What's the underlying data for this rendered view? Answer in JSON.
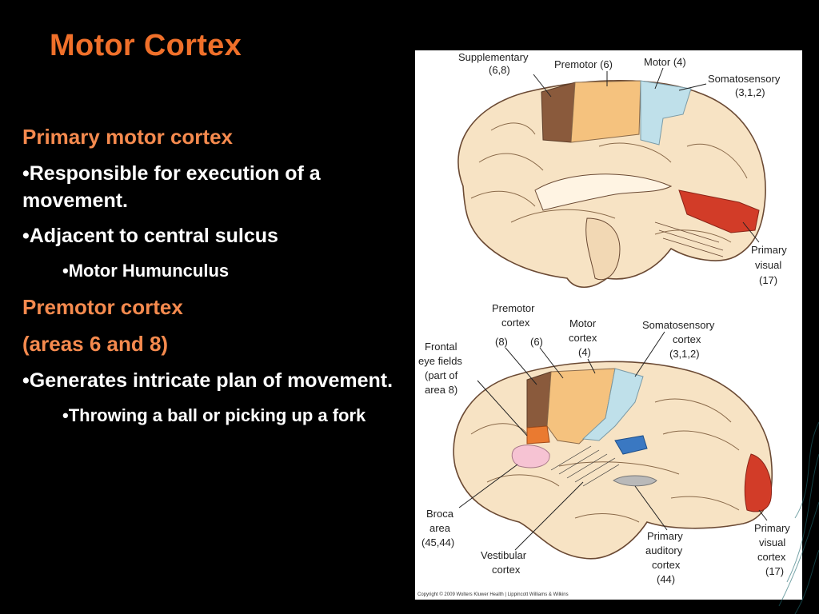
{
  "slide": {
    "title": "Motor Cortex",
    "blocks": [
      {
        "type": "heading",
        "text": "Primary motor cortex"
      },
      {
        "type": "bullet",
        "text": "•Responsible for execution of a movement."
      },
      {
        "type": "bullet",
        "text": "•Adjacent to central sulcus"
      },
      {
        "type": "subbullet",
        "text": "•Motor Humunculus"
      },
      {
        "type": "heading",
        "text": "Premotor cortex"
      },
      {
        "type": "heading",
        "text": "(areas 6 and 8)"
      },
      {
        "type": "bullet",
        "text": "•Generates intricate plan of movement."
      },
      {
        "type": "subbullet",
        "text": "•Throwing a ball or picking up a fork"
      }
    ]
  },
  "figure": {
    "top": {
      "supplementary": [
        "Supplementary",
        "(6,8)"
      ],
      "premotor": "Premotor (6)",
      "motor": "Motor (4)",
      "somatosensory": [
        "Somatosensory",
        "(3,1,2)"
      ],
      "visual": [
        "Primary",
        "visual",
        "(17)"
      ]
    },
    "bottom": {
      "premotor": [
        "Premotor",
        "cortex",
        "(8)",
        "(6)"
      ],
      "motor": [
        "Motor",
        "cortex",
        "(4)"
      ],
      "somatosensory": [
        "Somatosensory",
        "cortex",
        "(3,1,2)"
      ],
      "frontal": [
        "Frontal",
        "eye fields",
        "(part of",
        "area 8)"
      ],
      "broca": [
        "Broca",
        "area",
        "(45,44)"
      ],
      "vestibular": [
        "Vestibular",
        "cortex"
      ],
      "auditory": [
        "Primary",
        "auditory",
        "cortex",
        "(44)"
      ],
      "visual": [
        "Primary",
        "visual",
        "cortex",
        "(17)"
      ]
    },
    "copyright": "Copyright © 2009 Wolters Kluwer Health | Lippincott Williams & Wilkins"
  },
  "colors": {
    "title": "#f0702a",
    "heading": "#f58a4e",
    "brain": "#f7e3c4",
    "supplementary": "#8a5a3c",
    "premotor": "#f5c27e",
    "motor": "#bfe0ea",
    "visual": "#d23c28",
    "broca": "#f6c3d3",
    "auditory": "#b9b9b9",
    "somatosensory_blue": "#3a78c2"
  }
}
